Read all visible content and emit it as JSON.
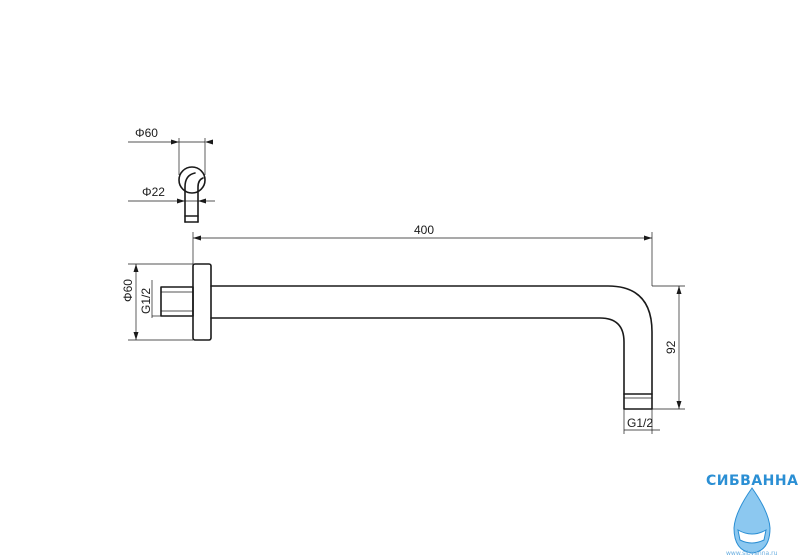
{
  "top_view": {
    "flange_diameter": "Φ60",
    "pipe_diameter": "Φ22"
  },
  "side_view": {
    "length": "400",
    "height": "92",
    "flange_diameter": "Φ60",
    "inlet_thread": "G1/2",
    "outlet_thread": "G1/2"
  },
  "logo": {
    "brand": "СИБВАННА",
    "url": "www.sibvanna.ru",
    "colors": {
      "primary": "#2b8fd4",
      "light": "#8cc8f0"
    }
  }
}
